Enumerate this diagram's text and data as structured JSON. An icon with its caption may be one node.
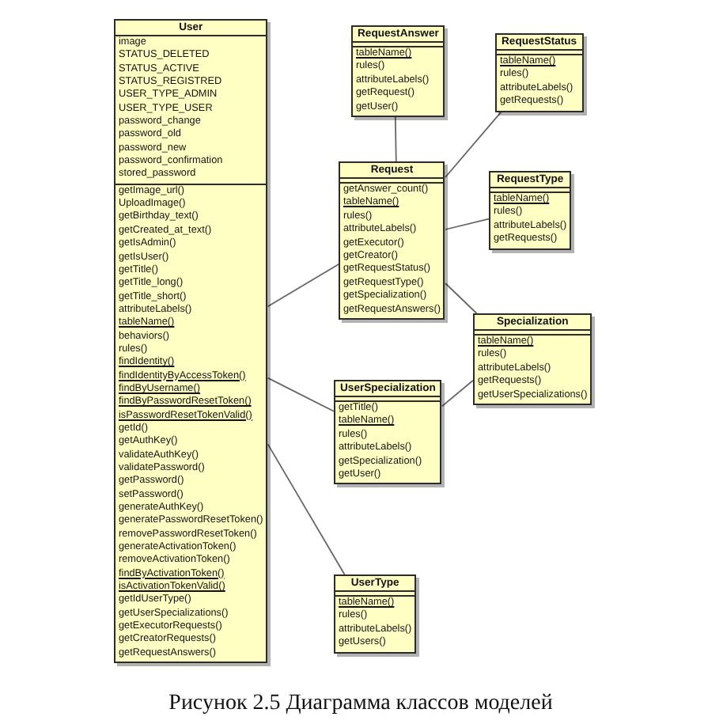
{
  "diagram": {
    "caption": "Рисунок 2.5 Диаграмма классов моделей",
    "nodes": [
      {
        "text": [
          "User",
          "image",
          "STATUS_DELETED",
          "STATUS_ACTIVE",
          "STATUS_REGISTRED",
          "USER_TYPE_ADMIN",
          "USER_TYPE_USER",
          "password_change",
          "password_old",
          "password_new",
          "password_confirmation",
          "stored_password",
          "getImage_url()",
          "UploadImage()",
          "getBirthday_text()",
          "getCreated_at_text()",
          "getIsAdmin()",
          "getIsUser()",
          "getTitle()",
          "getTitle_long()",
          "getTitle_short()",
          "attributeLabels()",
          "tableName()",
          "behaviors()",
          "rules()",
          "findIdentity()",
          "findIdentityByAccessToken()",
          "findByUsername()",
          "findByPasswordResetToken()",
          "isPasswordResetTokenValid()",
          "getId()",
          "getAuthKey()",
          "validateAuthKey()",
          "validatePassword()",
          "getPassword()",
          "setPassword()",
          "generateAuthKey()",
          "generatePasswordResetToken()",
          "removePasswordResetToken()",
          "generateActivationToken()",
          "removeActivationToken()",
          "findByActivationToken()",
          "isActivationTokenValid()",
          "getIdUserType()",
          "getUserSpecializations()",
          "getExecutorRequests()",
          "getCreatorRequests()",
          "getRequestAnswers()"
        ]
      },
      {
        "text": [
          "RequestAnswer",
          "tableName()",
          "rules()",
          "attributeLabels()",
          "getRequest()",
          "getUser()"
        ]
      },
      {
        "text": [
          "RequestStatus",
          "tableName()",
          "rules()",
          "attributeLabels()",
          "getRequests()"
        ]
      },
      {
        "text": [
          "Request",
          "getAnswer_count()",
          "tableName()",
          "rules()",
          "attributeLabels()",
          "getExecutor()",
          "getCreator()",
          "getRequestStatus()",
          "getRequestType()",
          "getSpecialization()",
          "getRequestAnswers()"
        ]
      },
      {
        "text": [
          "RequestType",
          "tableName()",
          "rules()",
          "attributeLabels()",
          "getRequests()"
        ]
      },
      {
        "text": [
          "Specialization",
          "tableName()",
          "rules()",
          "attributeLabels()",
          "getRequests()",
          "getUserSpecializations()"
        ]
      },
      {
        "text": [
          "UserSpecialization",
          "getTitle()",
          "tableName()",
          "rules()",
          "attributeLabels()",
          "getSpecialization()",
          "getUser()"
        ]
      },
      {
        "text": [
          "UserType",
          "tableName()",
          "rules()",
          "attributeLabels()",
          "getUsers()"
        ]
      }
    ],
    "edges": [
      {
        "from": 0,
        "to": 3,
        "arrow": "none"
      },
      {
        "from": 0,
        "to": 6,
        "arrow": "none"
      },
      {
        "from": 0,
        "to": 7,
        "arrow": "none"
      },
      {
        "from": 1,
        "to": 3,
        "arrow": "none"
      },
      {
        "from": 2,
        "to": 3,
        "arrow": "none"
      },
      {
        "from": 4,
        "to": 3,
        "arrow": "none"
      },
      {
        "from": 3,
        "to": 5,
        "arrow": "none"
      },
      {
        "from": 6,
        "to": 5,
        "arrow": "none"
      }
    ]
  }
}
